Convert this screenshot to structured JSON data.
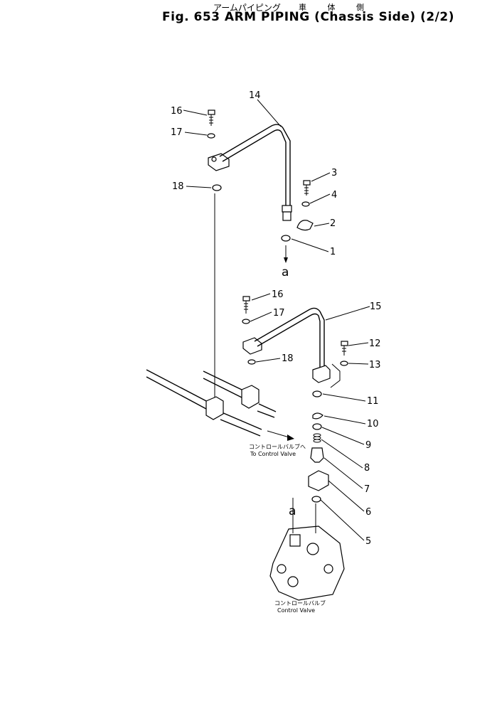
{
  "title": {
    "jp": "アームパイピング",
    "jp_side": "車 体 側",
    "fig": "Fig. 653",
    "name": "ARM PIPING",
    "side": "(Chassis Side)",
    "page": "(2/2)"
  },
  "callouts": {
    "upper": {
      "p16": "16",
      "p17": "17",
      "p14": "14",
      "p18": "18",
      "p3": "3",
      "p4": "4",
      "p2": "2",
      "p1": "1"
    },
    "lower": {
      "p16": "16",
      "p17": "17",
      "p15": "15",
      "p18": "18",
      "p12": "12",
      "p13": "13",
      "p11": "11",
      "p10": "10",
      "p9": "9",
      "p8": "8",
      "p7": "7",
      "p6": "6",
      "p5": "5"
    }
  },
  "markers": {
    "a_upper": "a",
    "a_lower": "a"
  },
  "captions": {
    "to_valve_jp": "コントロールバルブへ",
    "to_valve_en": "To Control Valve",
    "valve_jp": "コントロールバルブ",
    "valve_en": "Control Valve"
  }
}
